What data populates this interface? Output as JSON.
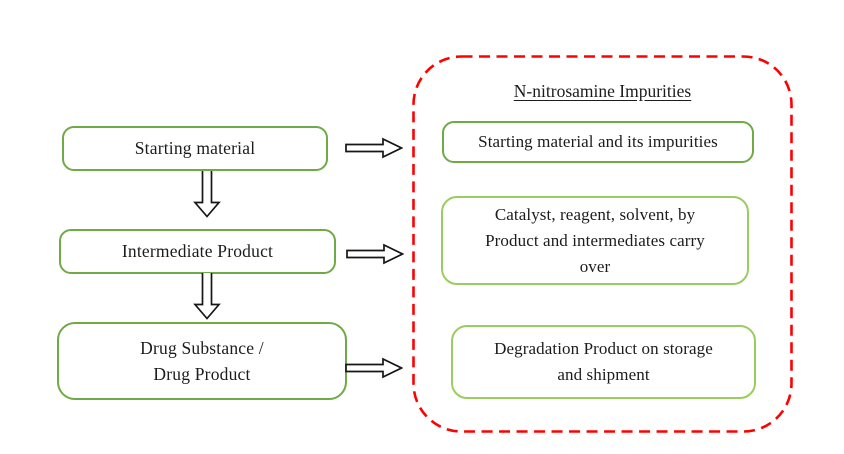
{
  "diagram": {
    "title": "N-nitrosamine Impurities",
    "process_steps": [
      {
        "lines": [
          "Starting material"
        ]
      },
      {
        "lines": [
          "Intermediate Product"
        ]
      },
      {
        "lines": [
          "Drug Substance /",
          "Drug Product"
        ]
      }
    ],
    "impurity_sources": [
      {
        "lines": [
          "Starting material and its impurities"
        ]
      },
      {
        "lines": [
          "Catalyst, reagent, solvent, by",
          "Product and intermediates carry",
          "over"
        ]
      },
      {
        "lines": [
          "Degradation Product on storage",
          "and shipment"
        ]
      }
    ],
    "icons": {
      "down_arrow": "down-arrow-icon",
      "right_arrow": "right-arrow-icon"
    },
    "colors": {
      "box_border_green_dark": "#6faa45",
      "box_border_green_light": "#9bcd5e",
      "panel_border_red": "#ff0000",
      "arrow_outline_black": "#161616",
      "text_black": "#1c1c1c",
      "background": "#ffffff"
    }
  }
}
